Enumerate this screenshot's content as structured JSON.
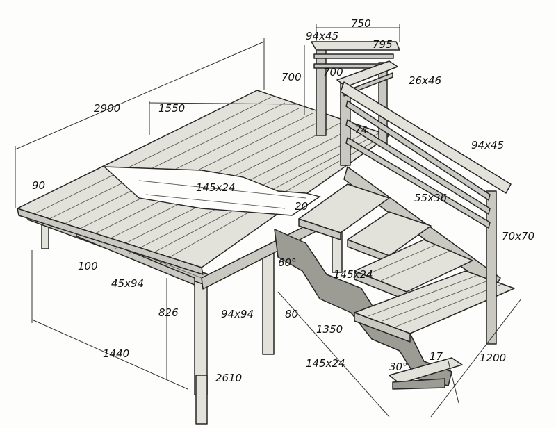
{
  "labels": {
    "l_750": "750",
    "l_94x45_top": "94x45",
    "l_795": "795",
    "l_700_a": "700",
    "l_700_b": "700",
    "l_26x46": "26x46",
    "l_2900": "2900",
    "l_1550": "1550",
    "l_74": "74",
    "l_94x45_rail": "94x45",
    "l_90": "90",
    "l_145x24_deck": "145x24",
    "l_20": "20",
    "l_55x36": "55x36",
    "l_70x70": "70x70",
    "l_100": "100",
    "l_60deg": "60°",
    "l_45x94": "45x94",
    "l_145x24_step": "145x24",
    "l_826": "826",
    "l_94x94": "94x94",
    "l_80": "80",
    "l_1350": "1350",
    "l_1440": "1440",
    "l_145x24_low": "145x24",
    "l_1200": "1200",
    "l_17": "17",
    "l_30deg": "30°",
    "l_2610": "2610"
  }
}
